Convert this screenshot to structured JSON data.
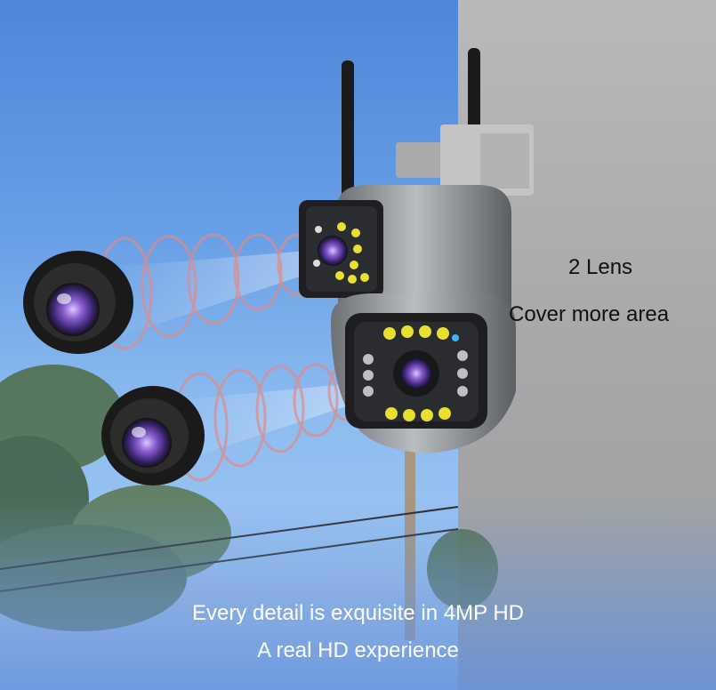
{
  "labels": {
    "lens_count": "2 Lens",
    "coverage": "Cover more area"
  },
  "captions": {
    "line1": "Every detail is exquisite in 4MP HD",
    "line2": "A real HD experience"
  },
  "colors": {
    "sky": "#6aa0e6",
    "wall": "#a8a8a9",
    "camera_body": "#8a8d92",
    "led_yellow": "#e8e030",
    "lens_purple": "#7a4fc0",
    "signal_rings": "#e08a8a"
  }
}
